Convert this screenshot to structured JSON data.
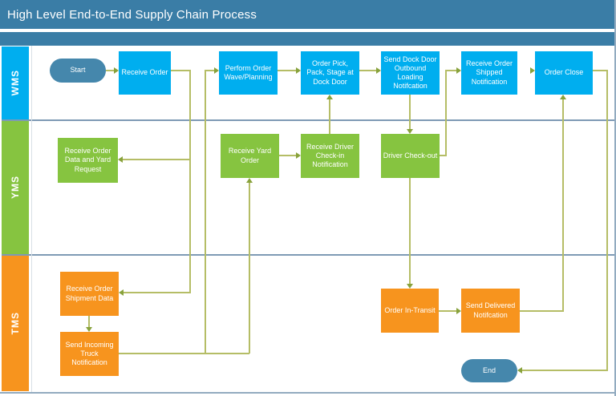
{
  "title": "High Level End-to-End Supply Chain Process",
  "lanes": [
    {
      "label": "WMS",
      "color": "#00aeef"
    },
    {
      "label": "YMS",
      "color": "#86c440"
    },
    {
      "label": "TMS",
      "color": "#f7941e"
    }
  ],
  "nodes": {
    "start": "Start",
    "receive_order": "Receive Order",
    "perform_order_wave": "Perform Order Wave/Planning",
    "order_pick_pack": "Order Pick, Pack, Stage at Dock Door",
    "send_dock_door": "Send Dock Door Outbound Loading Notifcation",
    "receive_order_shipped": "Receive Order Shipped Notification",
    "order_close": "Order Close",
    "receive_order_data_yard": "Receive Order Data and Yard Request",
    "receive_yard_order": "Receive Yard Order",
    "receive_driver_checkin": "Receive Driver Check-in Notification",
    "driver_checkout": "Driver Check-out",
    "receive_order_shipment": "Receive Order Shipment Data",
    "send_incoming_truck": "Send Incoming Truck Notification",
    "order_in_transit": "Order In-Transit",
    "send_delivered": "Send Delivered Notifcation",
    "end": "End"
  },
  "colors": {
    "header": "#3a7da6",
    "terminator": "#4587ac",
    "wms_box": "#00aeef",
    "yms_box": "#86c440",
    "tms_box": "#f7941e",
    "connector": "#b5bd66",
    "arrowhead": "#88a23c",
    "lane_border": "#7e9ab5"
  }
}
